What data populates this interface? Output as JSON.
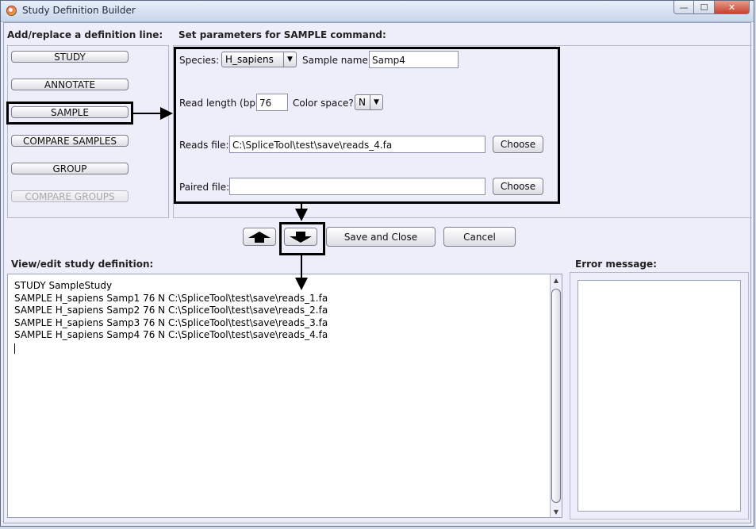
{
  "window": {
    "title": "Study Definition Builder",
    "min": "—",
    "max": "☐",
    "close": "✕"
  },
  "left": {
    "heading": "Add/replace a definition line:",
    "buttons": [
      {
        "label": "STUDY"
      },
      {
        "label": "ANNOTATE"
      },
      {
        "label": "SAMPLE"
      },
      {
        "label": "COMPARE SAMPLES"
      },
      {
        "label": "GROUP"
      },
      {
        "label": "COMPARE GROUPS"
      }
    ]
  },
  "params": {
    "heading": "Set parameters for SAMPLE command:",
    "species_label": "Species:",
    "species_value": "H_sapiens",
    "sample_name_label": "Sample name:",
    "sample_name_value": "Samp4",
    "read_length_label": "Read length (bp):",
    "read_length_value": "76",
    "color_space_label": "Color space?",
    "color_space_value": "N",
    "reads_file_label": "Reads file:",
    "reads_file_value": "C:\\SpliceTool\\test\\save\\reads_4.fa",
    "paired_file_label": "Paired file:",
    "paired_file_value": "",
    "choose_label": "Choose"
  },
  "actions": {
    "save_close": "Save and Close",
    "cancel": "Cancel"
  },
  "editor": {
    "heading": "View/edit study definition:",
    "lines": [
      "STUDY SampleStudy",
      "SAMPLE H_sapiens Samp1 76 N C:\\SpliceTool\\test\\save\\reads_1.fa",
      "SAMPLE H_sapiens Samp2 76 N C:\\SpliceTool\\test\\save\\reads_2.fa",
      "SAMPLE H_sapiens Samp3 76 N C:\\SpliceTool\\test\\save\\reads_3.fa",
      "SAMPLE H_sapiens Samp4 76 N C:\\SpliceTool\\test\\save\\reads_4.fa"
    ]
  },
  "error": {
    "heading": "Error message:",
    "text": ""
  }
}
